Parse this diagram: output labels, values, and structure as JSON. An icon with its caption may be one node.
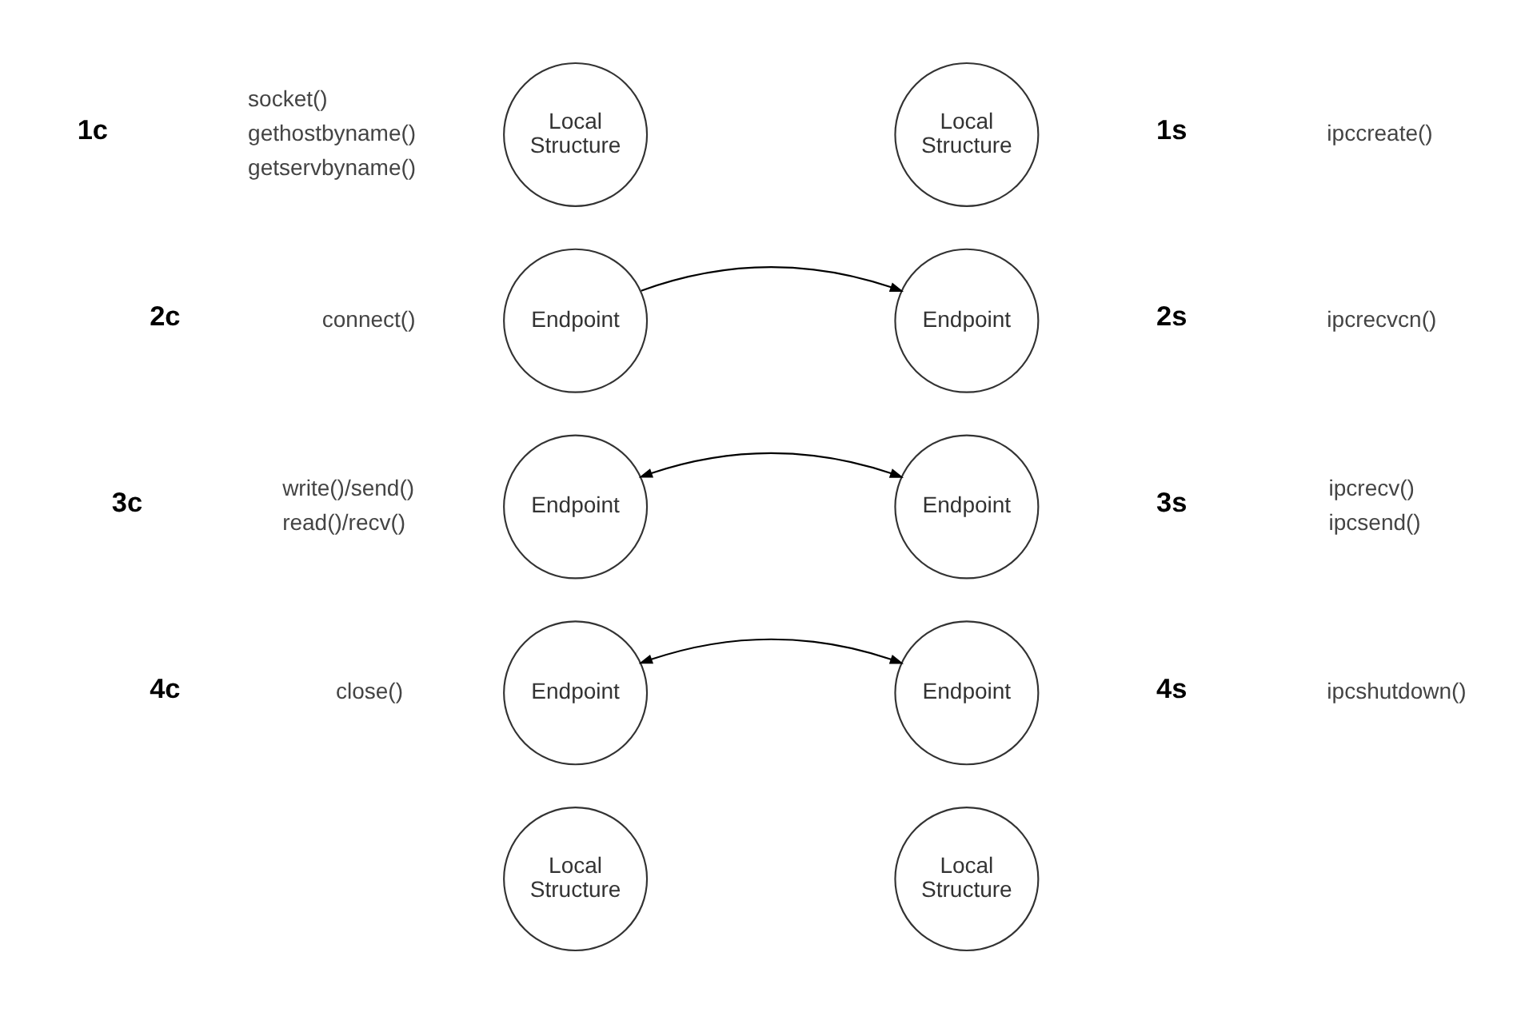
{
  "diagram": {
    "nodes": [
      {
        "text": [
          "Local Structure"
        ]
      },
      {
        "text": [
          "Local Structure"
        ]
      },
      {
        "text": [
          "Endpoint"
        ]
      },
      {
        "text": [
          "Endpoint"
        ]
      },
      {
        "text": [
          "Endpoint"
        ]
      },
      {
        "text": [
          "Endpoint"
        ]
      },
      {
        "text": [
          "Endpoint"
        ]
      },
      {
        "text": [
          "Endpoint"
        ]
      },
      {
        "text": [
          "Local Structure"
        ]
      },
      {
        "text": [
          "Local Structure"
        ]
      }
    ],
    "edges": [
      {
        "from": 2,
        "to": 3,
        "arrow": "to"
      },
      {
        "from": 4,
        "to": 5,
        "arrow": "both"
      },
      {
        "from": 6,
        "to": 7,
        "arrow": "both"
      }
    ],
    "labels": [
      "1c",
      "socket()",
      "gethostbyname()",
      "getservbyname()",
      "1s",
      "ipccreate()",
      "2c",
      "connect()",
      "2s",
      "ipcrecvcn()",
      "3c",
      "write()/send()",
      "read()/recv()",
      "3s",
      "ipcrecv()",
      "ipcsend()",
      "4c",
      "close()",
      "4s",
      "ipcshutdown()"
    ]
  }
}
